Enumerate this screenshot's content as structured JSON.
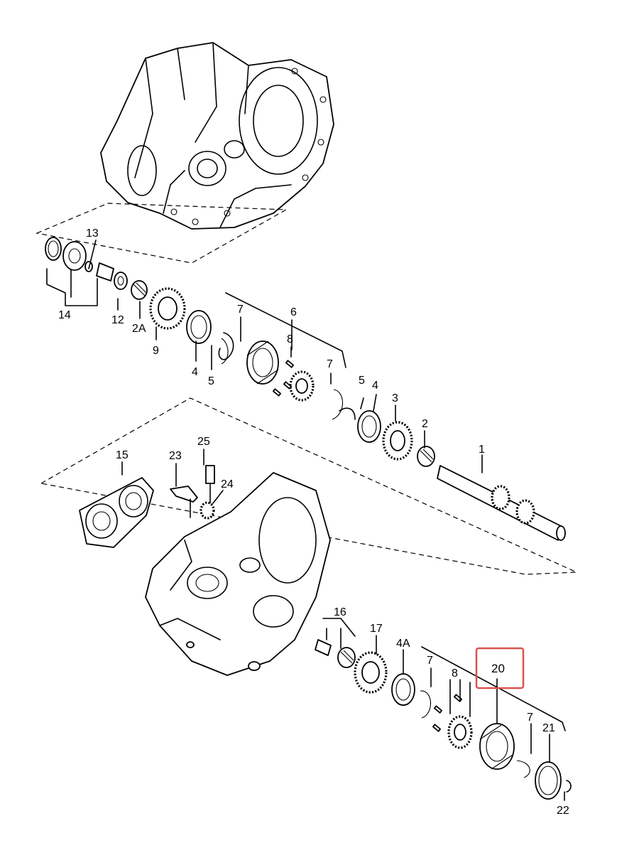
{
  "labels": {
    "p1": "1",
    "p2": "2",
    "p2A": "2A",
    "p3": "3",
    "p4a": "4",
    "p4b": "4",
    "p4A": "4A",
    "p5a": "5",
    "p5b": "5",
    "p6": "6",
    "p7a": "7",
    "p7b": "7",
    "p7c": "7",
    "p7d": "7",
    "p8a": "8",
    "p8b": "8",
    "p9": "9",
    "p12": "12",
    "p13": "13",
    "p14": "14",
    "p15": "15",
    "p16": "16",
    "p17": "17",
    "p20": "20",
    "p21": "21",
    "p22": "22",
    "p23": "23",
    "p24": "24",
    "p25": "25"
  },
  "highlight": {
    "label_key": "p20",
    "color": "#d9534f"
  },
  "colors": {
    "ink": "#000000",
    "paper": "#ffffff"
  }
}
